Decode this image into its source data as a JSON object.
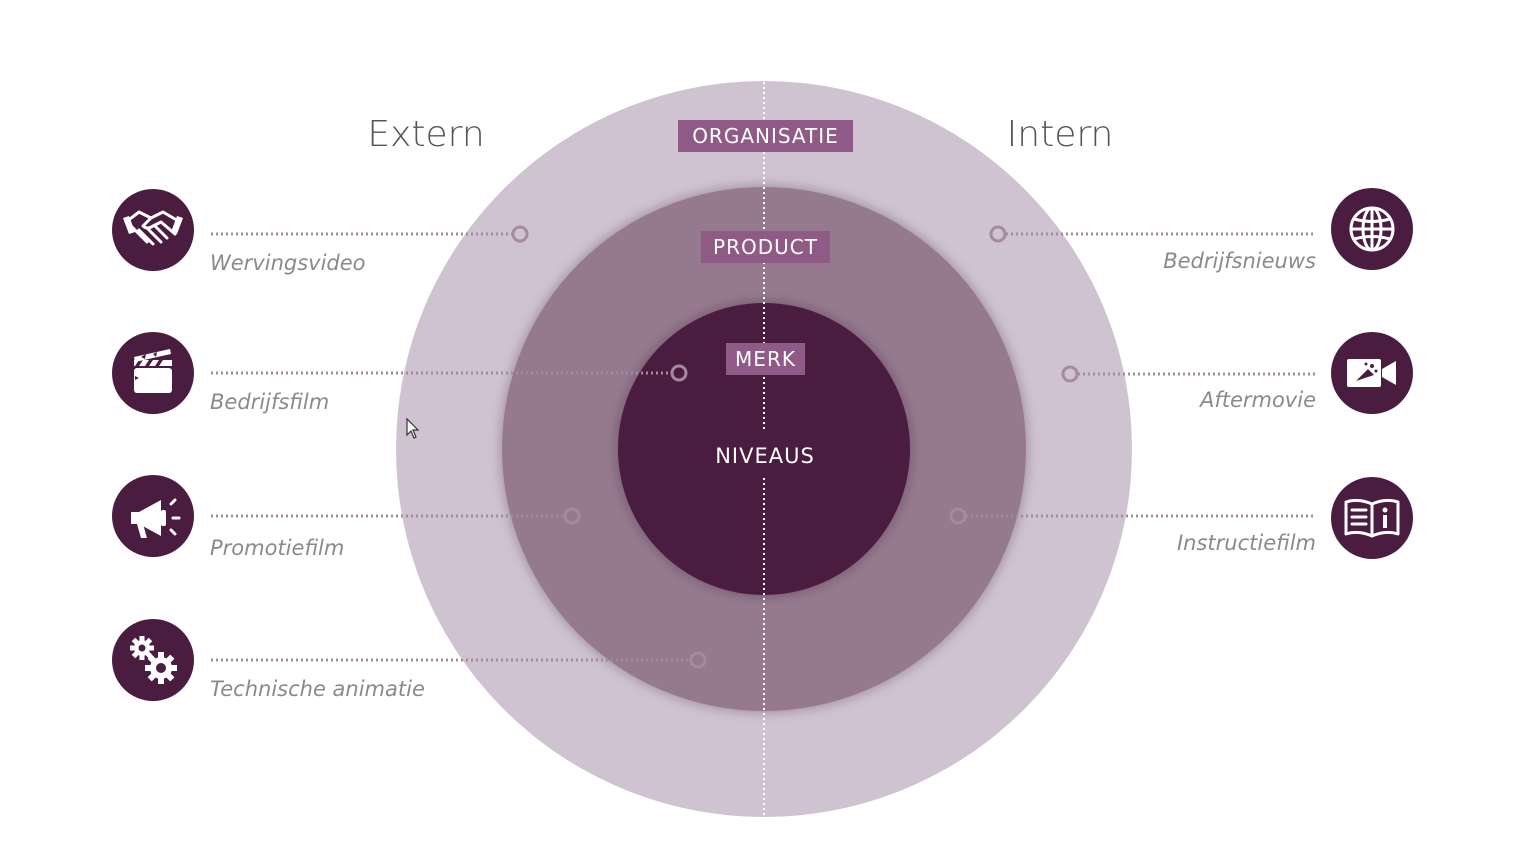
{
  "titles": {
    "left": "Extern",
    "right": "Intern"
  },
  "levels": [
    {
      "key": "organisatie",
      "label": "ORGANISATIE"
    },
    {
      "key": "product",
      "label": "PRODUCT"
    },
    {
      "key": "merk",
      "label": "MERK"
    }
  ],
  "center_label": "NIVEAUS",
  "left_items": [
    {
      "label": "Wervingsvideo",
      "icon": "handshake-icon"
    },
    {
      "label": "Bedrijfsfilm",
      "icon": "clapperboard-icon"
    },
    {
      "label": "Promotiefilm",
      "icon": "megaphone-icon"
    },
    {
      "label": "Technische animatie",
      "icon": "gears-icon"
    }
  ],
  "right_items": [
    {
      "label": "Bedrijfsnieuws",
      "icon": "globe-icon"
    },
    {
      "label": "Aftermovie",
      "icon": "video-camera-icon"
    },
    {
      "label": "Instructiefilm",
      "icon": "info-book-icon"
    }
  ],
  "colors": {
    "outer_ring": "#cfc3d1",
    "middle_ring": "#957a8f",
    "inner_circle": "#4a1d40",
    "label_box": "#8f5a86",
    "icon_circle": "#4a1d40",
    "connector": "#a5899c",
    "title_text": "#555555",
    "item_text": "#8a8a8a"
  }
}
